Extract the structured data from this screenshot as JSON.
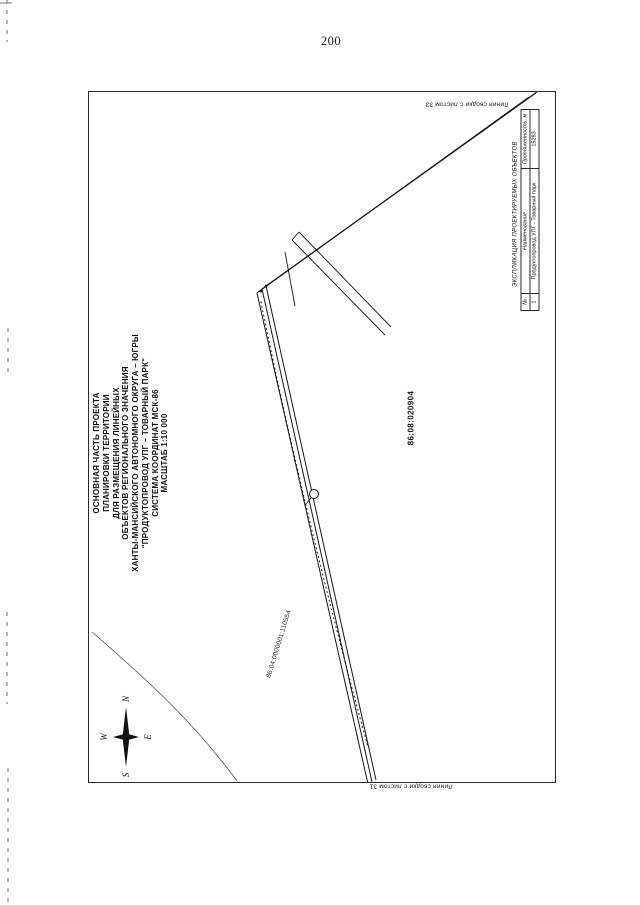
{
  "page": {
    "number": "200"
  },
  "colors": {
    "ink": "#1c1c1c",
    "paper": "#ffffff"
  },
  "sheet": {
    "title_block": {
      "lines": [
        "ОСНОВНАЯ ЧАСТЬ ПРОЕКТА",
        "ПЛАНИРОВКИ ТЕРРИТОРИИ",
        "ДЛЯ РАЗМЕЩЕНИЯ ЛИНЕЙНЫХ",
        "ОБЪЕКТОВ РЕГИОНАЛЬНОГО ЗНАЧЕНИЯ",
        "ХАНТЫ-МАНСИЙСКОГО АВТОНОМНОГО ОКРУГА – ЮГРЫ",
        "\"ПРОДУКТОПРОВОД УПГ – ТОВАРНЫЙ ПАРК\"",
        "СИСТЕМА КООРДИНАТ МСК-86",
        "МАСШТАБ 1:10 000"
      ]
    },
    "compass": {
      "north": "N",
      "east": "E",
      "south": "S",
      "west": "W"
    },
    "labels": {
      "cadastral_quarter": "86:08:020904",
      "cadastral_parcel": "86:04:0000001:110554",
      "matchline_top": "Линия сводки с листом 33",
      "matchline_bottom": "Линия сводки с листом 31"
    },
    "explication": {
      "title": "ЭКСПЛИКАЦИЯ ПРОЕКТИРУЕМЫХ ОБЪЕКТОВ",
      "columns": [
        "№",
        "Наименование",
        "Протяженность, м"
      ],
      "rows": [
        [
          "1",
          "Продуктопровод УПГ - Товарный парк",
          "15283"
        ]
      ]
    }
  }
}
